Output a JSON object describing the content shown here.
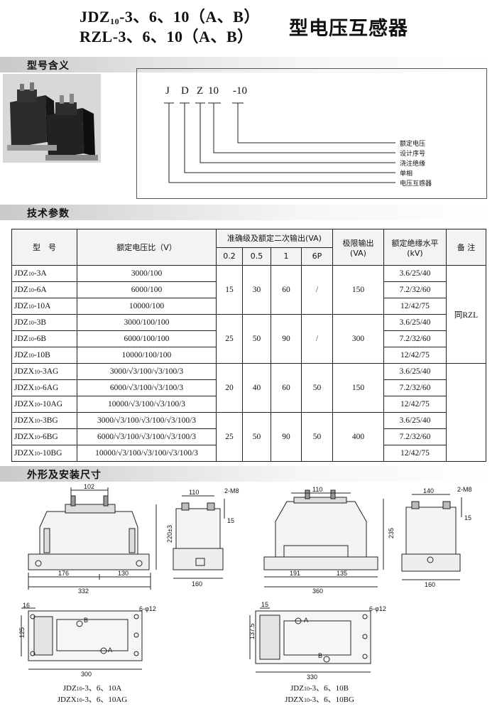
{
  "title": {
    "line1_prefix": "JDZ",
    "line1_sub": "10",
    "line1_suffix": "-3、6、10（A、B）",
    "line2": "RZL-3、6、10（A、B）",
    "main": "型电压互感器"
  },
  "sections": {
    "model_meaning": "型号含义",
    "tech_params": "技术参数",
    "dimensions": "外形及安装尺寸"
  },
  "model_code": {
    "letters": [
      "J",
      "D",
      "Z",
      "10",
      "-10"
    ],
    "legend": [
      "额定电压",
      "设计序号",
      "浇注绝缘",
      "单相",
      "电压互感器"
    ]
  },
  "table": {
    "headers": {
      "model": "型　号",
      "ratio": "额定电压比（V）",
      "accuracy": "准确级及额定二次输出(VA)",
      "limit": "极限输出",
      "limit_unit": "(VA)",
      "insulation": "额定绝缘水平",
      "insulation_unit": "(kV)",
      "remark": "备 注"
    },
    "accuracy_classes": [
      "0.2",
      "0.5",
      "1",
      "6P"
    ],
    "groups": [
      {
        "values": [
          "15",
          "30",
          "60",
          "/"
        ],
        "limit": "150",
        "rows": [
          {
            "prefix": "JDZ",
            "sub": "10",
            "suffix": "-3A",
            "ratio": "3000/100",
            "insulation": "3.6/25/40"
          },
          {
            "prefix": "JDZ",
            "sub": "10",
            "suffix": "-6A",
            "ratio": "6000/100",
            "insulation": "7.2/32/60"
          },
          {
            "prefix": "JDZ",
            "sub": "10",
            "suffix": "-10A",
            "ratio": "10000/100",
            "insulation": "12/42/75"
          }
        ]
      },
      {
        "values": [
          "25",
          "50",
          "90",
          "/"
        ],
        "limit": "300",
        "rows": [
          {
            "prefix": "JDZ",
            "sub": "10",
            "suffix": "-3B",
            "ratio": "3000/100/100",
            "insulation": "3.6/25/40"
          },
          {
            "prefix": "JDZ",
            "sub": "10",
            "suffix": "-6B",
            "ratio": "6000/100/100",
            "insulation": "7.2/32/60"
          },
          {
            "prefix": "JDZ",
            "sub": "10",
            "suffix": "-10B",
            "ratio": "10000/100/100",
            "insulation": "12/42/75"
          }
        ]
      },
      {
        "values": [
          "20",
          "40",
          "60",
          "50"
        ],
        "limit": "150",
        "rows": [
          {
            "prefix": "JDZX",
            "sub": "10",
            "suffix": "-3AG",
            "ratio": "3000/√3/100/√3/100/3",
            "insulation": "3.6/25/40"
          },
          {
            "prefix": "JDZX",
            "sub": "10",
            "suffix": "-6AG",
            "ratio": "6000/√3/100/√3/100/3",
            "insulation": "7.2/32/60"
          },
          {
            "prefix": "JDZX",
            "sub": "10",
            "suffix": "-10AG",
            "ratio": "10000/√3/100/√3/100/3",
            "insulation": "12/42/75"
          }
        ]
      },
      {
        "values": [
          "25",
          "50",
          "90",
          "50"
        ],
        "limit": "400",
        "rows": [
          {
            "prefix": "JDZX",
            "sub": "10",
            "suffix": "-3BG",
            "ratio": "3000/√3/100/√3/100/√3/100/3",
            "insulation": "3.6/25/40"
          },
          {
            "prefix": "JDZX",
            "sub": "10",
            "suffix": "-6BG",
            "ratio": "6000/√3/100/√3/100/√3/100/3",
            "insulation": "7.2/32/60"
          },
          {
            "prefix": "JDZX",
            "sub": "10",
            "suffix": "-10BG",
            "ratio": "10000/√3/100/√3/100/√3/100/3",
            "insulation": "12/42/75"
          }
        ]
      }
    ],
    "remark": "同RZL"
  },
  "drawings": {
    "dims": {
      "d102": "102",
      "d220": "220±3",
      "d176": "176",
      "d130": "130",
      "d332": "332",
      "d110a": "110",
      "m8a": "2-M8",
      "d15a": "15",
      "d160a": "160",
      "d110b": "110",
      "d235": "235",
      "d191": "191",
      "d135": "135",
      "d360": "360",
      "d140": "140",
      "m8b": "2-M8",
      "d15b": "15",
      "d160b": "160",
      "d16": "16",
      "d125": "125",
      "d6phi12a": "6-φ12",
      "d300": "300",
      "d15c": "15",
      "d137": "137.5",
      "d6phi12b": "6-φ12",
      "d330": "330"
    },
    "markers": {
      "a": "A",
      "b": "B"
    },
    "captions": {
      "left": [
        {
          "prefix": "JDZ",
          "sub": "10",
          "suffix": "-3、6、10A"
        },
        {
          "prefix": "JDZX",
          "sub": "10",
          "suffix": "-3、6、10AG"
        }
      ],
      "right": [
        {
          "prefix": "JDZ",
          "sub": "10",
          "suffix": "-3、6、10B"
        },
        {
          "prefix": "JDZX",
          "sub": "10",
          "suffix": "-3、6、10BG"
        }
      ]
    }
  }
}
